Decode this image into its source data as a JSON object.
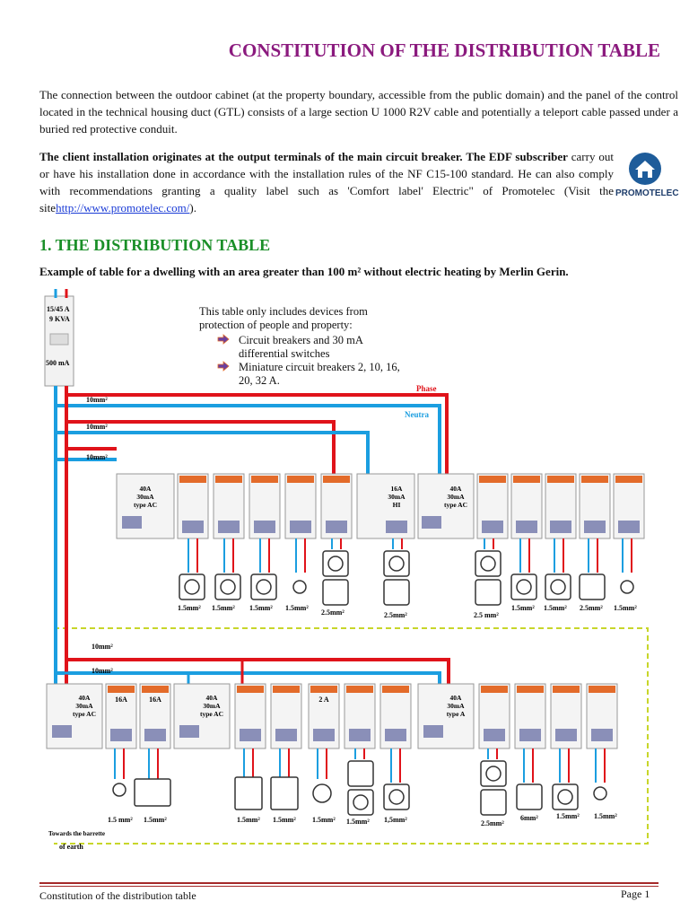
{
  "title": "CONSTITUTION OF THE DISTRIBUTION TABLE",
  "intro": "The connection between the outdoor cabinet (at the property boundary, accessible from the public domain) and the panel of the control located in the technical housing duct (GTL) consists of a large section U 1000 R2V cable and potentially a teleport cable passed under a buried red protective conduit.",
  "client_para": {
    "lead": "The client installation originates at the output terminals of the main circuit breaker. The EDF subscriber",
    "rest": " carry out or have his installation done in accordance with the installation rules of the NF C15-100 standard. He can also comply with recommendations granting a quality label such as 'Comfort label' Electric\" of Promotelec (Visit the site",
    "link": "http://www.promotelec.com/",
    "tail": ")."
  },
  "logo_text": "PROMOTELEC",
  "section_heading": "1. THE DISTRIBUTION TABLE",
  "example_caption": "Example of table for a dwelling with an area greater than 100 m² without electric heating by Merlin Gerin.",
  "info_box": {
    "text": "This table only includes devices from protection of people and property:",
    "items": [
      "Circuit breakers and 30 mA differential switches",
      "Miniature circuit breakers 2, 10, 16, 20, 32 A."
    ]
  },
  "diagram": {
    "main_breaker": [
      "15/45 A",
      "9 KVA",
      "500 mA"
    ],
    "phase_label": "Phase",
    "neutral_label": "Neutra",
    "cable_labels": [
      "10mm²",
      "10mm²",
      "10mm²",
      "10mm²",
      "10mm²"
    ],
    "row1_diff_switches": [
      {
        "lines": [
          "40A",
          "30mA",
          "type AC"
        ]
      },
      {
        "lines": [
          "16A",
          "30mA",
          "HI"
        ]
      },
      {
        "lines": [
          "40A",
          "30mA",
          "type AC"
        ]
      }
    ],
    "row1_sections": [
      "1.5mm²",
      "1.5mm²",
      "1.5mm²",
      "1.5mm²",
      "2.5mm²",
      "2.5mm²",
      "2.5 mm²",
      "1.5mm²",
      "1.5mm²",
      "2.5mm²",
      "1.5mm²"
    ],
    "row2_diff_switches": [
      {
        "lines": [
          "40A",
          "30mA",
          "type AC"
        ]
      },
      {
        "lines": [
          "40A",
          "30mA",
          "type AC"
        ]
      },
      {
        "lines": [
          "40A",
          "30mA",
          "type A"
        ]
      }
    ],
    "row2_breaker_labels": [
      "16A",
      "16A",
      "2 A"
    ],
    "row2_sections": [
      "1.5 mm²",
      "1.5mm²",
      "1.5mm²",
      "1.5mm²",
      "1.5mm²",
      "1.5mm²",
      "1,5mm²",
      "2.5mm²",
      "6mm²",
      "1.5mm²",
      "1.5mm²"
    ],
    "earth_note": [
      "Towards the barrette",
      "of earth"
    ]
  },
  "footer": {
    "left": "Constitution of the distribution table",
    "right": "Page 1"
  },
  "colors": {
    "title": "#8b1a7e",
    "heading": "#1a8f28",
    "phase": "#e0131a",
    "neutral": "#1b9ee0",
    "earth": "#c8d62a",
    "link": "#1a3bd6"
  }
}
